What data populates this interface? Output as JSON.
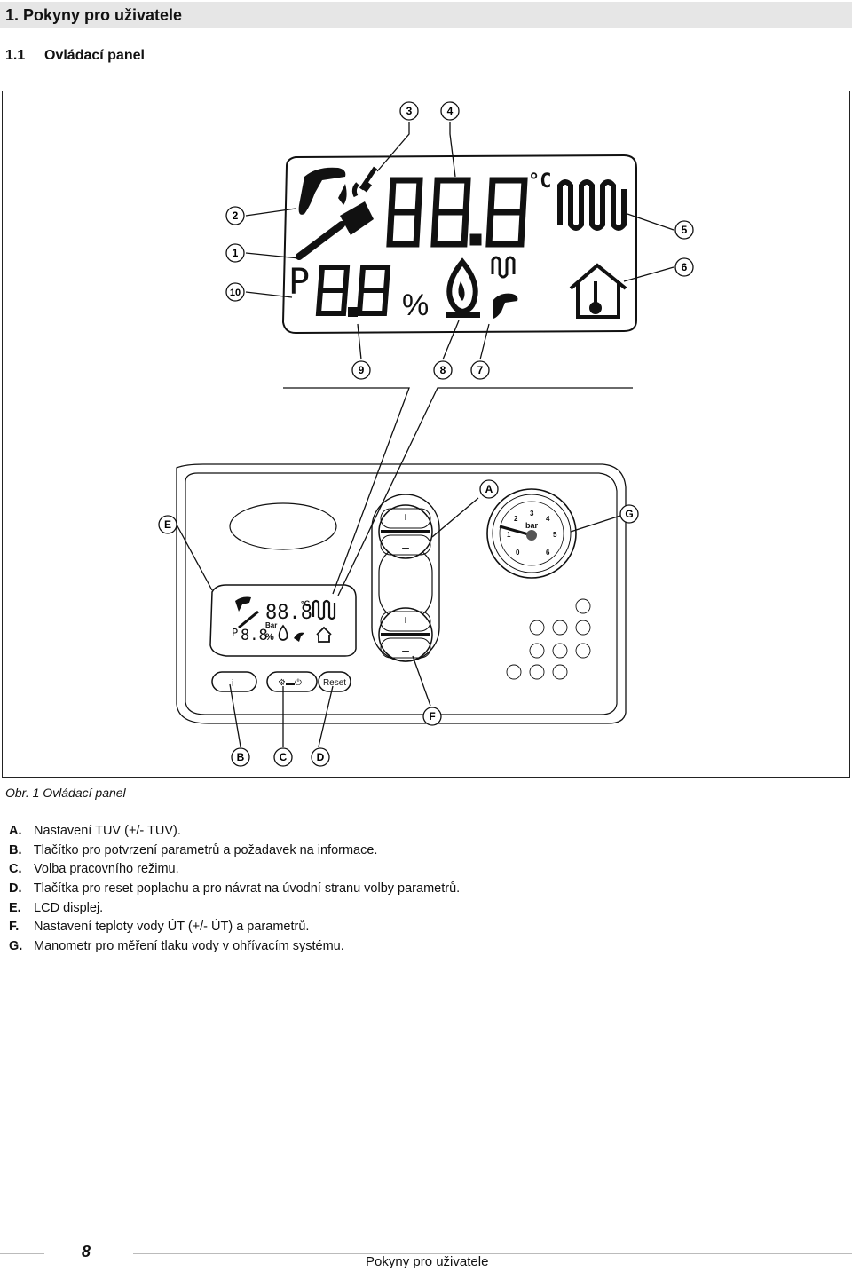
{
  "header": {
    "chapter_title": "1.  Pokyny pro uživatele",
    "section_number": "1.1",
    "section_title": "Ovládací panel"
  },
  "figure": {
    "caption": "Obr. 1 Ovládací panel",
    "lcd_callouts": [
      "1",
      "2",
      "3",
      "4",
      "5",
      "6",
      "7",
      "8",
      "9",
      "10"
    ],
    "panel_callouts": [
      "A",
      "B",
      "C",
      "D",
      "E",
      "F",
      "G"
    ],
    "lcd": {
      "big_digits": "88.8",
      "small_digits": "8.8",
      "prefix": "P",
      "unit_celsius": "°C",
      "unit_percent": "%",
      "bar_label": "Bar"
    },
    "gauge": {
      "unit": "bar",
      "ticks": [
        "0",
        "1",
        "2",
        "3",
        "4",
        "5",
        "6"
      ]
    },
    "buttons": {
      "reset_label": "Reset",
      "plus": "+",
      "minus": "–"
    }
  },
  "legend": [
    {
      "key": "A.",
      "text": "Nastavení TUV (+/- TUV)."
    },
    {
      "key": "B.",
      "text": "Tlačítko pro potvrzení parametrů a požadavek na informace."
    },
    {
      "key": "C.",
      "text": "Volba pracovního režimu."
    },
    {
      "key": "D.",
      "text": "Tlačítka pro reset poplachu a pro návrat na úvodní stranu volby parametrů."
    },
    {
      "key": "E.",
      "text": "LCD displej."
    },
    {
      "key": "F.",
      "text": "Nastavení teploty vody ÚT (+/- ÚT) a parametrů."
    },
    {
      "key": "G.",
      "text": "Manometr pro měření tlaku vody v ohřívacím systému."
    }
  ],
  "footer": {
    "page_number": "8",
    "title": "Pokyny pro uživatele"
  }
}
